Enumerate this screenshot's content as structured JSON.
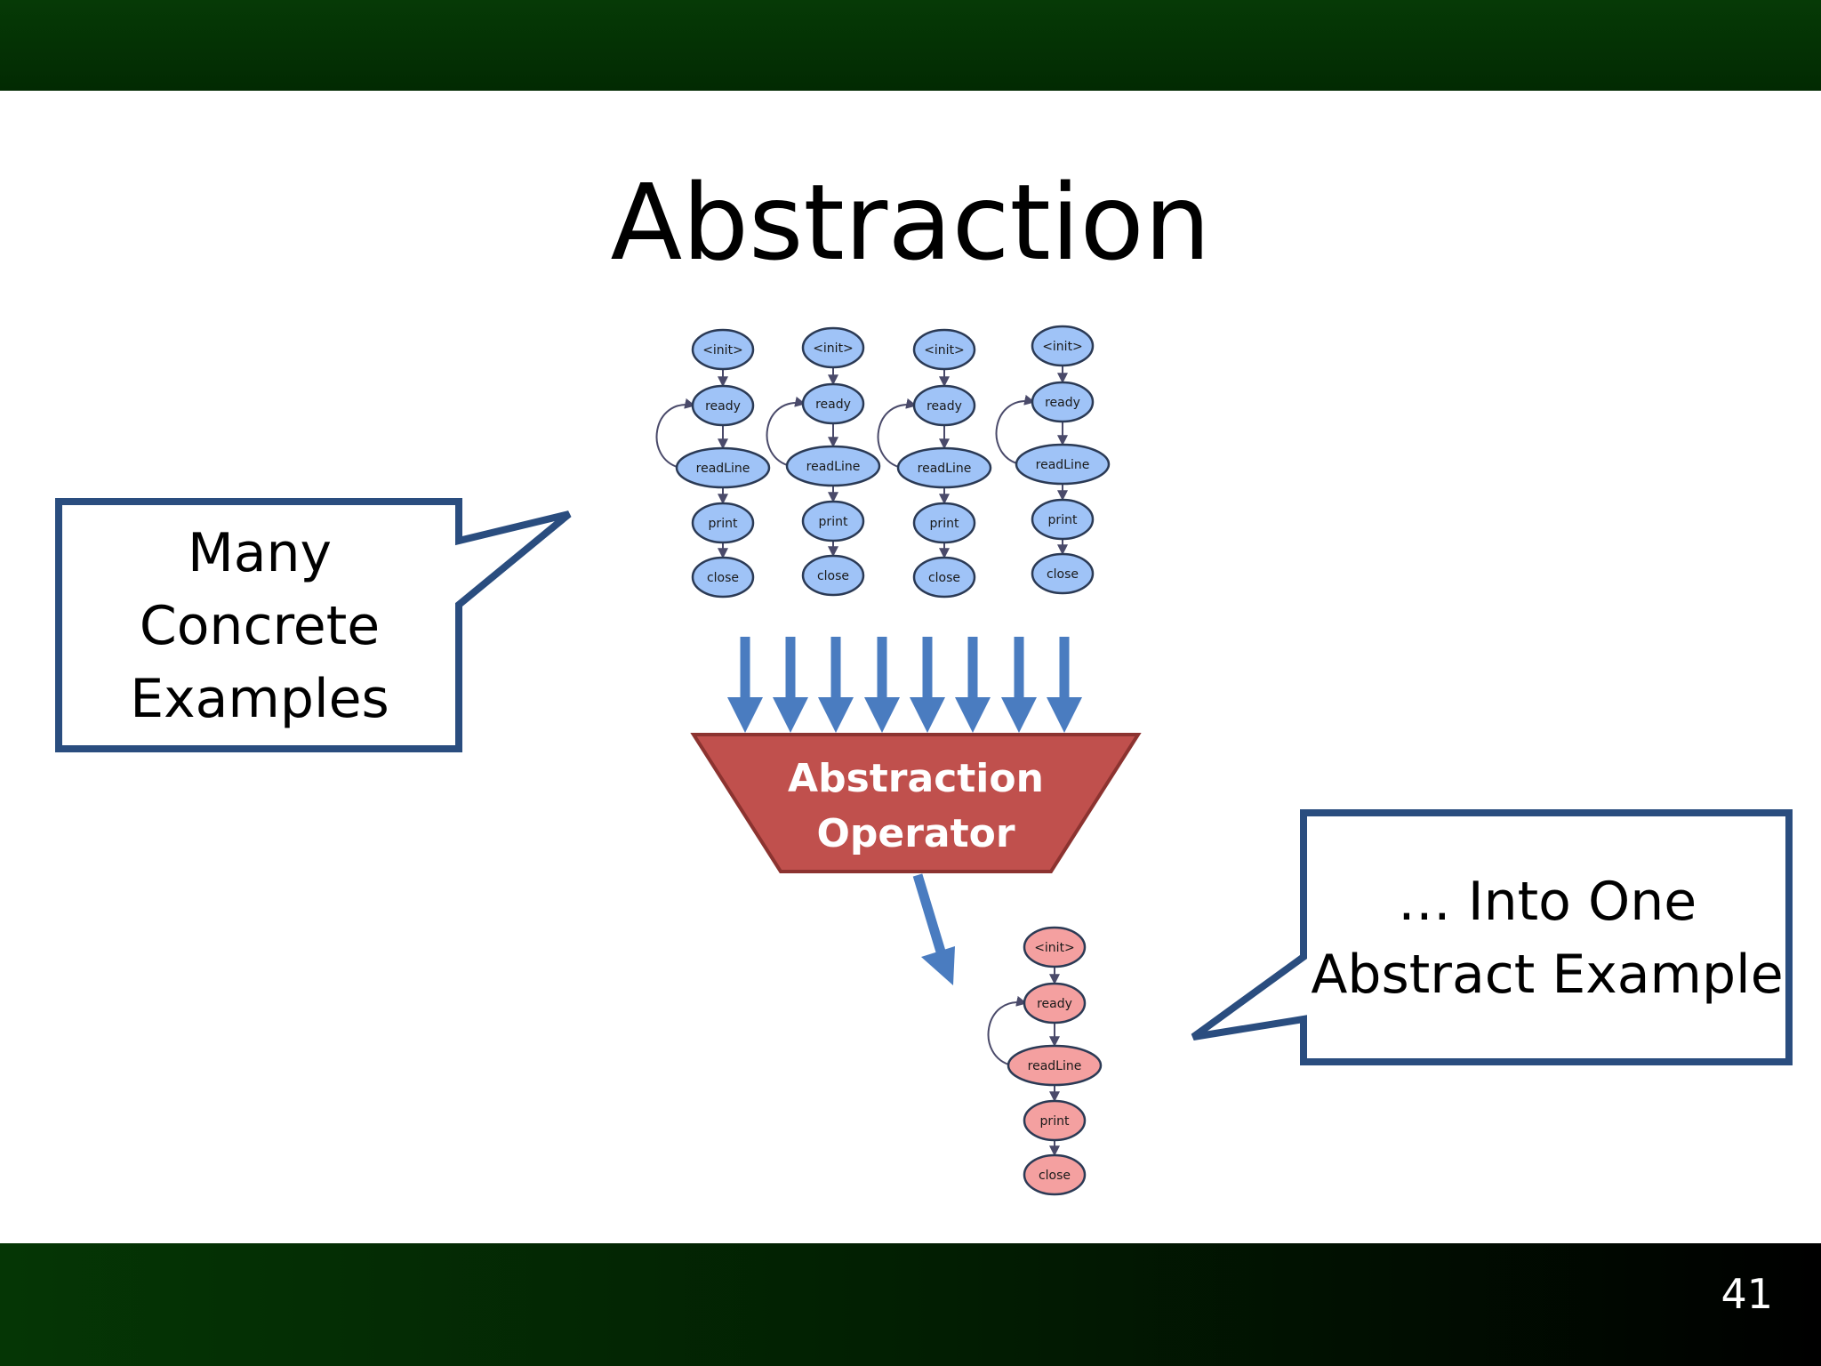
{
  "slide": {
    "title": "Abstraction",
    "number": "41"
  },
  "callout_left": {
    "lines": [
      "Many",
      "Concrete",
      "Examples"
    ]
  },
  "callout_right": {
    "lines": [
      "… Into One",
      "Abstract Example"
    ]
  },
  "operator": {
    "lines": [
      "Abstraction",
      "Operator"
    ]
  },
  "node_labels": [
    "<init>",
    "ready",
    "readLine",
    "print",
    "close"
  ],
  "colors": {
    "concrete_node_fill": "#9fc3f7",
    "abstract_node_fill": "#f4a0a0",
    "node_stroke": "#2b3a55",
    "arrow_blue": "#4a7cc0",
    "callout_border": "#2a4d7f",
    "operator_fill": "#c0504d",
    "operator_stroke": "#8c3330"
  }
}
